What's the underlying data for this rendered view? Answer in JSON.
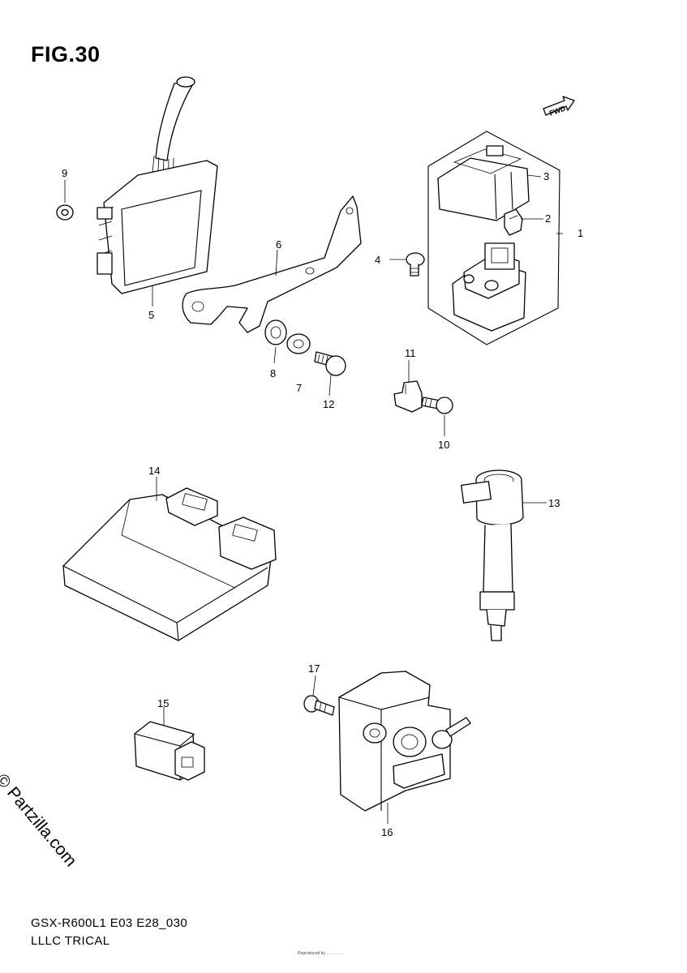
{
  "figure": {
    "title": "FIG.30",
    "model": "GSX-R600L1 E03 E28_030",
    "section": "LLLC TRICAL",
    "watermark": "© Partzilla.com",
    "fine_print": "Reproduced by ... ... ... ..."
  },
  "fwd_marker": {
    "label": "FWD"
  },
  "callouts": [
    {
      "id": "callout-1",
      "text": "1"
    },
    {
      "id": "callout-2",
      "text": "2"
    },
    {
      "id": "callout-3",
      "text": "3"
    },
    {
      "id": "callout-4",
      "text": "4"
    },
    {
      "id": "callout-5",
      "text": "5"
    },
    {
      "id": "callout-6",
      "text": "6"
    },
    {
      "id": "callout-7",
      "text": "7"
    },
    {
      "id": "callout-8",
      "text": "8"
    },
    {
      "id": "callout-9",
      "text": "9"
    },
    {
      "id": "callout-10",
      "text": "10"
    },
    {
      "id": "callout-11",
      "text": "11"
    },
    {
      "id": "callout-12",
      "text": "12"
    },
    {
      "id": "callout-13",
      "text": "13"
    },
    {
      "id": "callout-14",
      "text": "14"
    },
    {
      "id": "callout-15",
      "text": "15"
    },
    {
      "id": "callout-16",
      "text": "16"
    },
    {
      "id": "callout-17",
      "text": "17"
    }
  ]
}
